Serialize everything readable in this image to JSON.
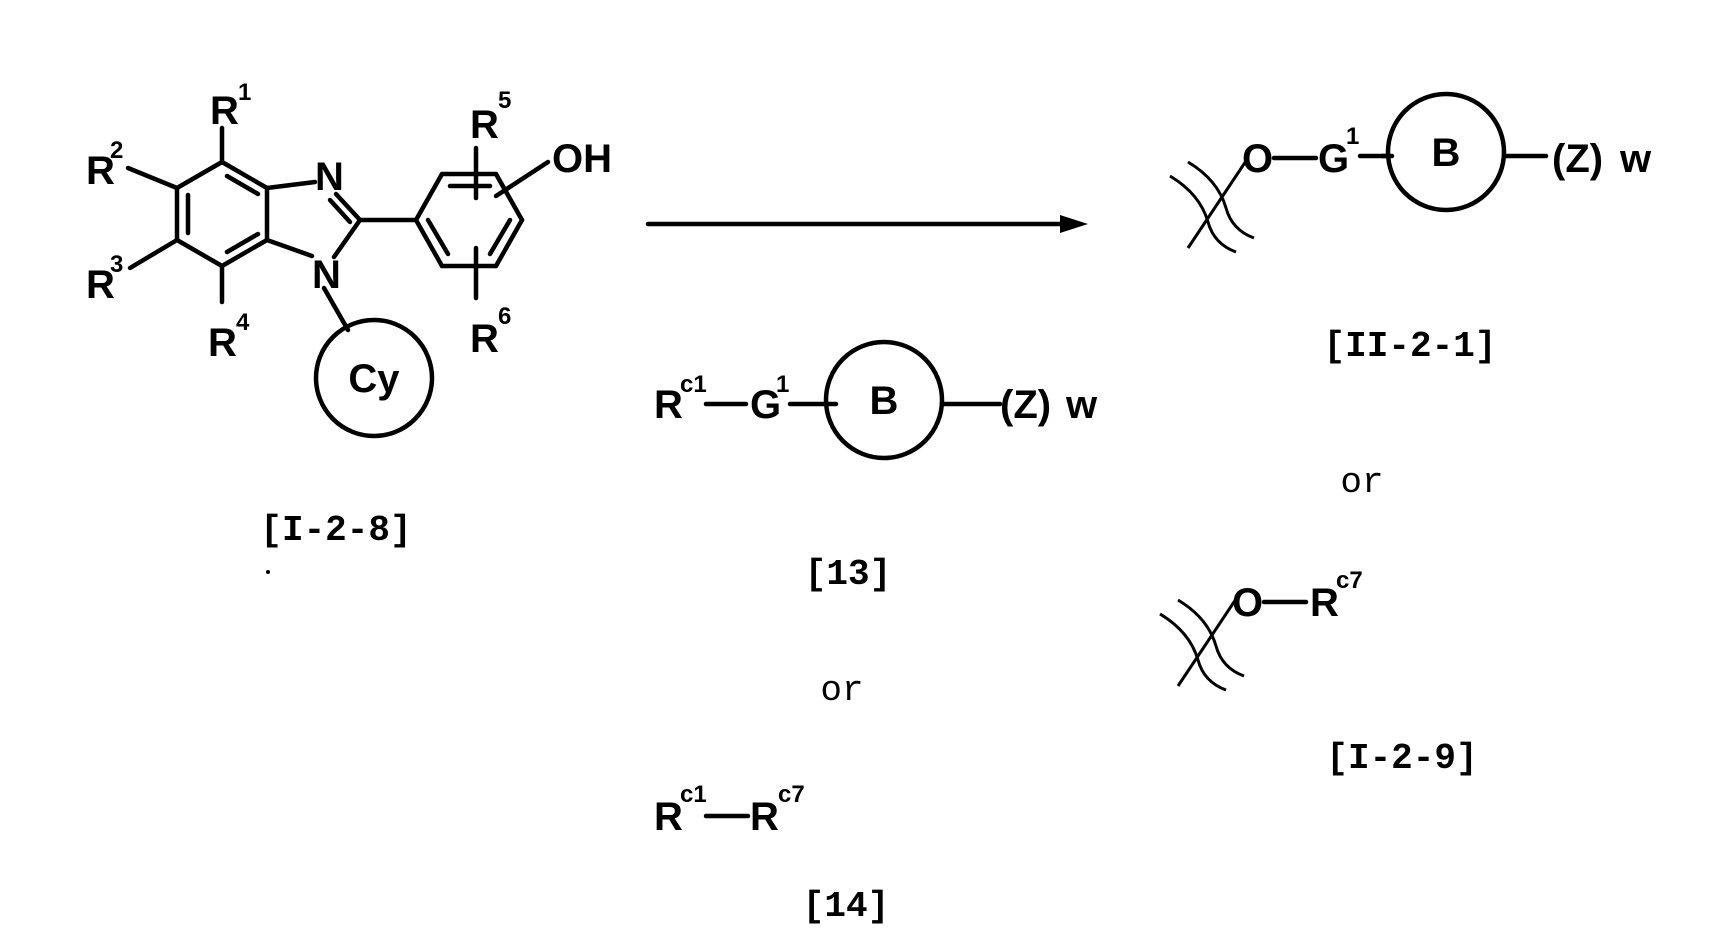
{
  "compounds": {
    "starting": {
      "ref": "[I-2-8]",
      "r1": "R",
      "r1_sup": "1",
      "r2": "R",
      "r2_sup": "2",
      "r3": "R",
      "r3_sup": "3",
      "r4": "R",
      "r4_sup": "4",
      "r5": "R",
      "r5_sup": "5",
      "r6": "R",
      "r6_sup": "6",
      "n_top": "N",
      "n_bottom": "N",
      "oh": "OH",
      "ring": "Cy"
    },
    "reagent13": {
      "ref": "[13]",
      "r": "R",
      "r_sup": "c1",
      "g": "G",
      "g_sup": "1",
      "ring": "B",
      "z": "(Z)",
      "w": "w"
    },
    "or_middle": "or",
    "reagent14": {
      "ref": "[14]",
      "r1": "R",
      "r1_sup": "c1",
      "r2": "R",
      "r2_sup": "c7"
    },
    "product_ii": {
      "ref": "[II-2-1]",
      "o": "O",
      "g": "G",
      "g_sup": "1",
      "ring": "B",
      "z": "(Z)",
      "w": "w"
    },
    "or_right": "or",
    "product_i": {
      "ref": "[I-2-9]",
      "o": "O",
      "r": "R",
      "r_sup": "c7"
    }
  }
}
